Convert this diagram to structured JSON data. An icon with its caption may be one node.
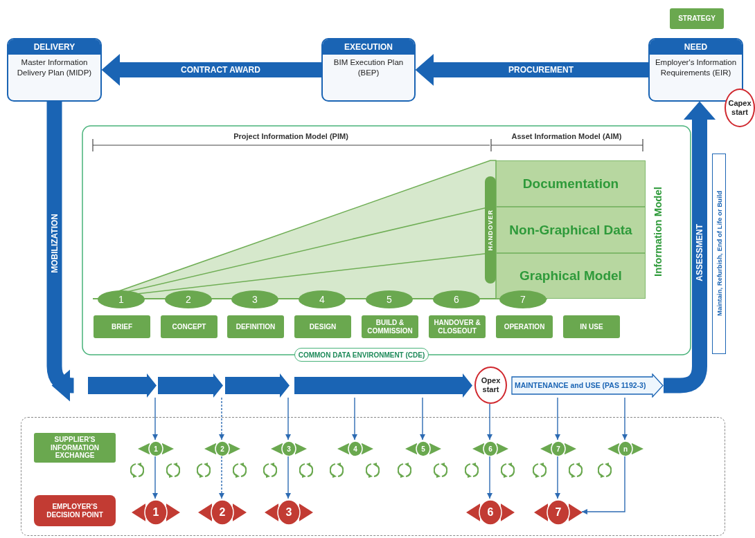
{
  "diagram": {
    "nodes": [
      {
        "text": [
          "STRATEGY"
        ]
      },
      {
        "text": [
          "DELIVERY",
          "Master Information Delivery Plan (MIDP)"
        ]
      },
      {
        "text": [
          "EXECUTION",
          "BIM Execution Plan (BEP)"
        ]
      },
      {
        "text": [
          "NEED",
          "Employer's Information Requirements (EIR)"
        ]
      },
      {
        "text": [
          "Capex start"
        ]
      },
      {
        "text": [
          "COMMON DATA ENVIRONMENT (CDE)"
        ]
      },
      {
        "text": [
          "HANDOVER"
        ],
        "in": 5
      },
      {
        "text": [
          "Documentation"
        ],
        "in": 5
      },
      {
        "text": [
          "Non-Graphical Data"
        ],
        "in": 5
      },
      {
        "text": [
          "Graphical Model"
        ],
        "in": 5
      },
      {
        "text": [
          "1"
        ],
        "in": 5
      },
      {
        "text": [
          "2"
        ],
        "in": 5
      },
      {
        "text": [
          "3"
        ],
        "in": 5
      },
      {
        "text": [
          "4"
        ],
        "in": 5
      },
      {
        "text": [
          "5"
        ],
        "in": 5
      },
      {
        "text": [
          "6"
        ],
        "in": 5
      },
      {
        "text": [
          "7"
        ],
        "in": 5
      },
      {
        "text": [
          "BRIEF"
        ],
        "in": 5
      },
      {
        "text": [
          "CONCEPT"
        ],
        "in": 5
      },
      {
        "text": [
          "DEFINITION"
        ],
        "in": 5
      },
      {
        "text": [
          "DESIGN"
        ],
        "in": 5
      },
      {
        "text": [
          "BUILD & COMMISSION"
        ],
        "in": 5
      },
      {
        "text": [
          "HANDOVER & CLOSEOUT"
        ],
        "in": 5
      },
      {
        "text": [
          "OPERATION"
        ],
        "in": 5
      },
      {
        "text": [
          "IN USE"
        ],
        "in": 5
      },
      {
        "text": [
          "Maintain, Refurbish, End of Life or Build"
        ]
      },
      {
        "text": [],
        "shape": "arrow"
      },
      {
        "text": [],
        "shape": "arrow"
      },
      {
        "text": [],
        "shape": "arrow"
      },
      {
        "text": [],
        "shape": "arrow"
      },
      {
        "text": [
          "Opex start"
        ]
      },
      {
        "text": [
          "MAINTENANCE and USE (PAS 1192-3)"
        ]
      },
      {
        "text": [],
        "shape": "box"
      },
      {
        "text": [
          "SUPPLIER'S INFORMATION EXCHANGE"
        ],
        "in": 32
      },
      {
        "text": [
          "1"
        ],
        "in": 32
      },
      {
        "text": [
          "2"
        ],
        "in": 32
      },
      {
        "text": [
          "3"
        ],
        "in": 32
      },
      {
        "text": [
          "4"
        ],
        "in": 32
      },
      {
        "text": [
          "5"
        ],
        "in": 32
      },
      {
        "text": [
          "6"
        ],
        "in": 32
      },
      {
        "text": [
          "7"
        ],
        "in": 32
      },
      {
        "text": [
          "n"
        ],
        "in": 32
      },
      {
        "text": [
          "EMPLOYER'S DECISION POINT"
        ],
        "in": 32
      },
      {
        "text": [
          "1"
        ],
        "in": 32
      },
      {
        "text": [
          "2"
        ],
        "in": 32
      },
      {
        "text": [
          "3"
        ],
        "in": 32
      },
      {
        "text": [
          "6"
        ],
        "in": 32
      },
      {
        "text": [
          "7"
        ],
        "in": 32
      }
    ],
    "edges": [
      {
        "from": 3,
        "to": 2,
        "arrow": "to",
        "label": "PROCUREMENT",
        "style": "thick"
      },
      {
        "from": 2,
        "to": 1,
        "arrow": "to",
        "label": "CONTRACT AWARD",
        "style": "thick"
      },
      {
        "from": 1,
        "to": 26,
        "arrow": "to",
        "label": "MOBILIZATION",
        "style": "thick"
      },
      {
        "from": 31,
        "to": 3,
        "arrow": "to",
        "label": "ASSESSMENT",
        "style": "thick"
      },
      {
        "from": 26,
        "to": 34,
        "arrow": "to"
      },
      {
        "from": 27,
        "to": 35,
        "arrow": "to",
        "style": "dashed"
      },
      {
        "from": 28,
        "to": 36,
        "arrow": "to"
      },
      {
        "from": 29,
        "to": 37,
        "arrow": "to"
      },
      {
        "from": 29,
        "to": 38,
        "arrow": "to"
      },
      {
        "from": 30,
        "to": 39,
        "arrow": "to"
      },
      {
        "from": 31,
        "to": 40,
        "arrow": "to"
      },
      {
        "from": 31,
        "to": 41,
        "arrow": "to"
      },
      {
        "from": 34,
        "to": 43,
        "arrow": "to"
      },
      {
        "from": 35,
        "to": 44,
        "arrow": "to",
        "style": "dashed"
      },
      {
        "from": 36,
        "to": 45,
        "arrow": "to"
      },
      {
        "from": 39,
        "to": 46,
        "arrow": "to"
      },
      {
        "from": 40,
        "to": 47,
        "arrow": "to"
      },
      {
        "from": 41,
        "to": 47,
        "arrow": "to"
      }
    ],
    "labels": [
      "Project Information Model (PIM)",
      "Asset Information Model (AIM)",
      "Information Model"
    ]
  }
}
